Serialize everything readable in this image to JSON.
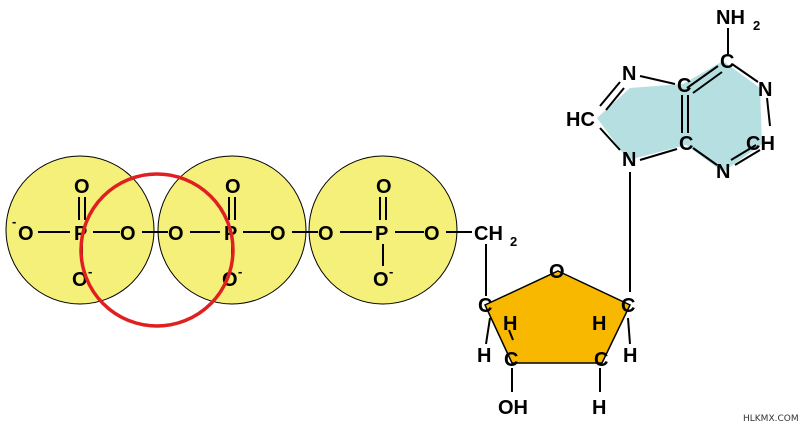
{
  "molecule": {
    "phosphates": [
      {
        "o_top": "O",
        "p": "P",
        "o_bottom": "O",
        "charge": "-",
        "o_left": "O",
        "left_charge": "-",
        "o_right": "O"
      },
      {
        "o_top": "O",
        "p": "P",
        "o_bottom": "O",
        "charge": "-",
        "o_left": "O",
        "o_right": "O"
      },
      {
        "o_top": "O",
        "p": "P",
        "o_bottom": "O",
        "charge": "-",
        "o_left": "O",
        "o_right": "O"
      }
    ],
    "ch2": {
      "c": "CH",
      "sub": "2"
    },
    "ribose": {
      "ring_o": "O",
      "c_left": "C",
      "c_right": "C",
      "c_bottom_left": "C",
      "c_bottom_right": "C",
      "h_upper_left": "H",
      "h_lower_left": "H",
      "h_upper_right": "H",
      "h_lower_right": "H",
      "h_bottom": "H",
      "oh": "OH"
    },
    "adenine": {
      "nh2": "NH",
      "nh2_sub": "2",
      "n_top": "N",
      "c_top_center": "C",
      "c_top_right": "C",
      "n_right": "N",
      "ch_right": "CH",
      "n_bottom_right": "N",
      "c_center": "C",
      "n_bottom_left": "N",
      "hc_left": "HC"
    }
  },
  "colors": {
    "phosphate_fill": "#f5f07a",
    "ribose_fill": "#f9b800",
    "adenine_fill": "#b5dfe0",
    "highlight_ring": "#e02020"
  },
  "watermark": "HLKMX.COM"
}
